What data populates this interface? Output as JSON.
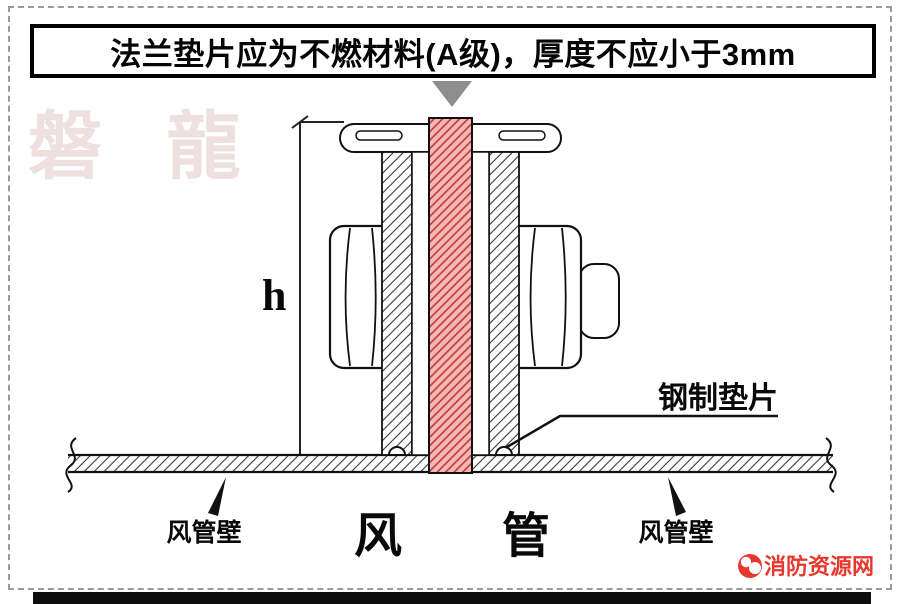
{
  "banner": {
    "text": "法兰垫片应为不燃材料(A级)，厚度不应小于3mm"
  },
  "watermark": {
    "text": "磐 龍",
    "color": "#efe0e0"
  },
  "diagram": {
    "height_dim_label": "h",
    "steel_gasket_label": "钢制垫片",
    "duct_label": "风　管",
    "left_duct_wall_label": "风管壁",
    "right_duct_wall_label": "风管壁",
    "colors": {
      "gasket_fill": "#f5b8b8",
      "gasket_hatch": "#c0392b",
      "outline": "#111111",
      "steel_hatch": "#3a3a3a",
      "pointer_gray": "#8f8f8f"
    }
  },
  "footer": {
    "brand": "消防资源网",
    "brand_color": "#e8382e"
  }
}
